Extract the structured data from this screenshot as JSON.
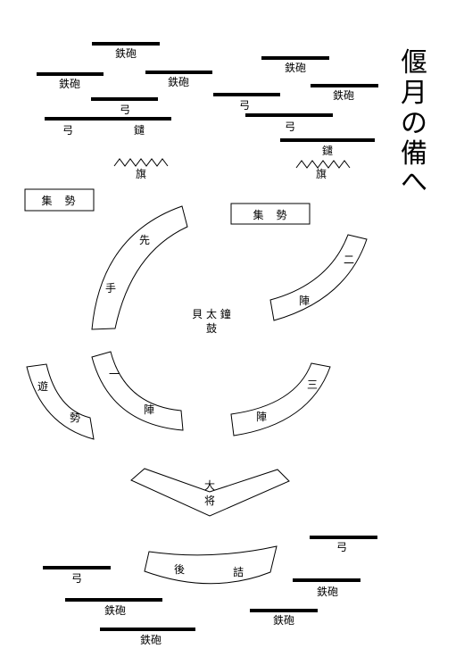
{
  "title": {
    "lines": [
      "偃",
      "月",
      "の",
      "備",
      "へ"
    ]
  },
  "units": {
    "teppo": "鉄砲",
    "yumi": "弓",
    "yari": "鑓",
    "hata": "旗",
    "shusei": "集　勢",
    "sakite": [
      "先",
      "手"
    ],
    "nino": [
      "二",
      "陣"
    ],
    "ichijin_left": [
      "一",
      "陣"
    ],
    "sanjin": [
      "三",
      "陣"
    ],
    "yusei": [
      "遊",
      "勢"
    ],
    "center": [
      "貝 太 鐘",
      "鼓"
    ],
    "taisho": [
      "大",
      "将"
    ],
    "gozume": [
      "後",
      "詰"
    ]
  }
}
